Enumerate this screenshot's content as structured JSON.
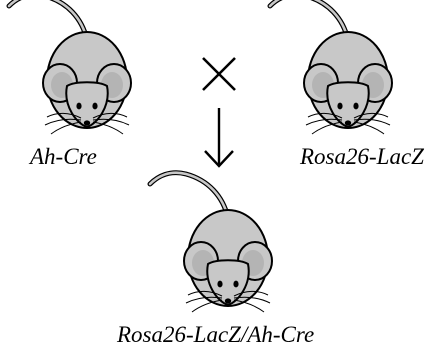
{
  "labels": {
    "left_parent": "Ah-Cre",
    "right_parent": "Rosa26-LacZ",
    "offspring": "Rosa26-LacZ/Ah-Cre"
  },
  "symbols": {
    "cross": "cross-icon",
    "arrow": "arrow-down-icon"
  },
  "colors": {
    "body": "#c8c8c8",
    "ear_inner": "#b4b4b4",
    "outline": "#000000"
  }
}
